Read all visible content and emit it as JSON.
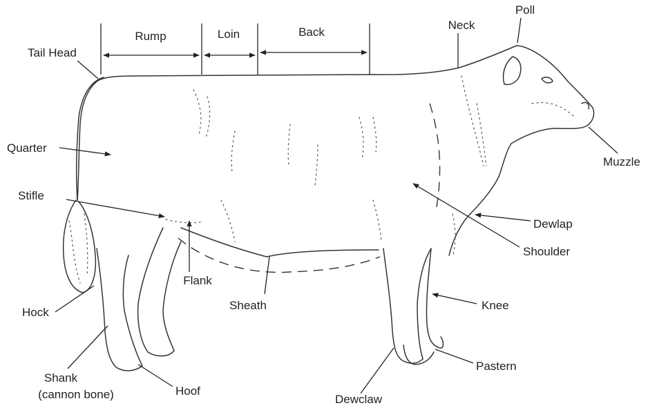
{
  "labels": {
    "rump": "Rump",
    "loin": "Loin",
    "back": "Back",
    "neck": "Neck",
    "poll": "Poll",
    "tail_head": "Tail Head",
    "quarter": "Quarter",
    "muzzle": "Muzzle",
    "stifle": "Stifle",
    "dewlap": "Dewlap",
    "shoulder": "Shoulder",
    "flank": "Flank",
    "sheath": "Sheath",
    "hock": "Hock",
    "knee": "Knee",
    "shank": "Shank",
    "cannon_bone": "(cannon bone)",
    "hoof": "Hoof",
    "pastern": "Pastern",
    "dewclaw": "Dewclaw"
  }
}
